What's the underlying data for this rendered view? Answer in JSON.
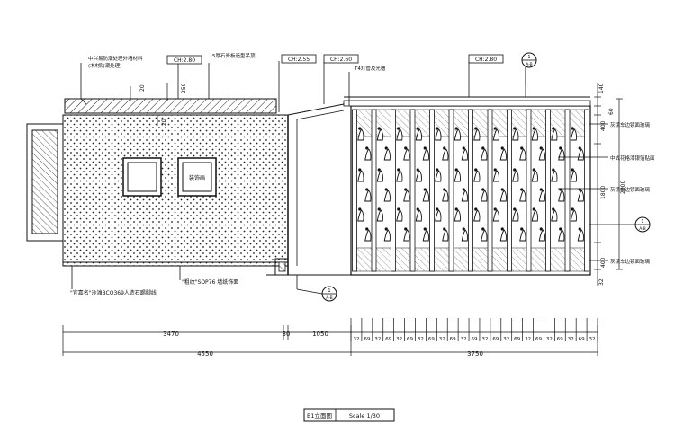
{
  "callouts": {
    "top_left_line1": "中兴易防潮处理外墙材料",
    "top_left_line2": "(木材防潮处理)",
    "ch_1": "CH:2.80",
    "ceiling_label": "5厚石膏板造型吊顶",
    "ch_2": "CH:2.55",
    "ch_3": "CH:2.60",
    "ch_3_sub": "T4灯管及光槽",
    "ch_4": "CH:2.80",
    "right_1": "灰镜车边镜面玻璃",
    "right_2": "中式花格漆银箔贴面",
    "right_3": "灰镜车边镜面玻璃",
    "right_4": "灰镜车边镜面玻璃"
  },
  "wall": {
    "panel_label": "装饰画",
    "bottom_label_1": "\"粗纹\"SOP76 墙纸饰面",
    "bottom_label_2": "\"宜嘉名\"沙滩BCO369人造石踢脚线"
  },
  "section_markers": [
    {
      "num": "1",
      "sheet": "A-B"
    },
    {
      "num": "1",
      "sheet": "A-B"
    },
    {
      "num": "1",
      "sheet": "A-B"
    }
  ],
  "dims_top": {
    "d20a": "20",
    "d250": "250",
    "d20b": "20"
  },
  "dims_right": {
    "d140": "140",
    "d60": "60",
    "d400a": "400",
    "d1800": "1800",
    "d2800": "2800",
    "d400b": "400",
    "d32": "32"
  },
  "dims_bottom": {
    "d3470": "3470",
    "d30": "30",
    "d1050": "1050",
    "d4550": "4550",
    "d3750": "3750",
    "repeat": [
      "32",
      "69",
      "32",
      "69",
      "32",
      "69",
      "32",
      "69",
      "32",
      "69",
      "32",
      "69",
      "32",
      "69",
      "32",
      "69",
      "32",
      "69",
      "32",
      "69",
      "32",
      "69",
      "32"
    ]
  },
  "title_block": {
    "title": "B1立面图",
    "scale": "Scale 1/30"
  }
}
